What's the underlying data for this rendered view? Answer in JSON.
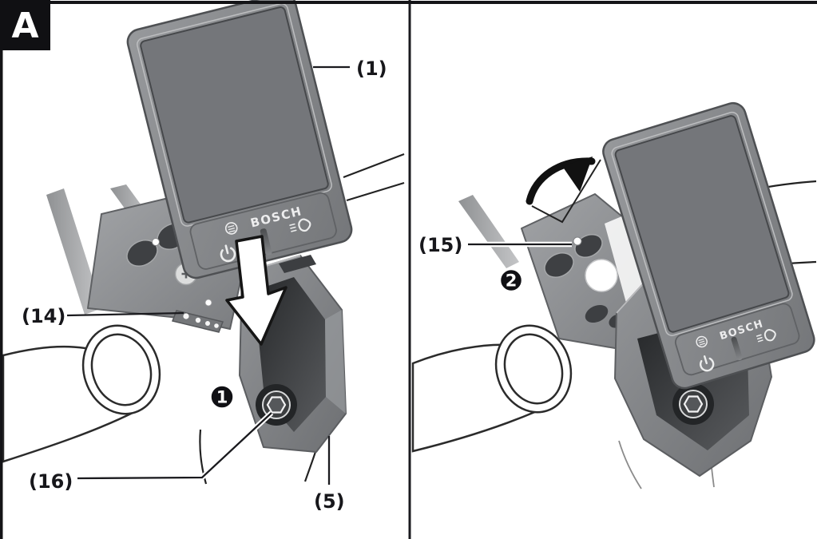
{
  "figure_label": "A",
  "brand_logo": "BOSCH",
  "left_panel": {
    "step_badge": "1",
    "callout_display": "(1)",
    "callout_contacts": "(14)",
    "callout_bolt": "(16)",
    "callout_mount": "(5)"
  },
  "right_panel": {
    "step_badge": "2",
    "callout_pin": "(15)"
  },
  "colors": {
    "outline": "#1a1a1e",
    "frame_black": "#101013",
    "device_gray": "#8a8c8f",
    "screen_gray": "#74767a",
    "plate_gray": "#8f9194",
    "cavity_dark": "#2e3032",
    "badge_black": "#101014",
    "white": "#ffffff"
  },
  "icons": {
    "power": "power-icon",
    "light": "bike-light-icon",
    "bosch_symbol": "bosch-anchor-icon",
    "insert": "down-arrow-icon",
    "rotate": "rotate-arrow-icon"
  }
}
